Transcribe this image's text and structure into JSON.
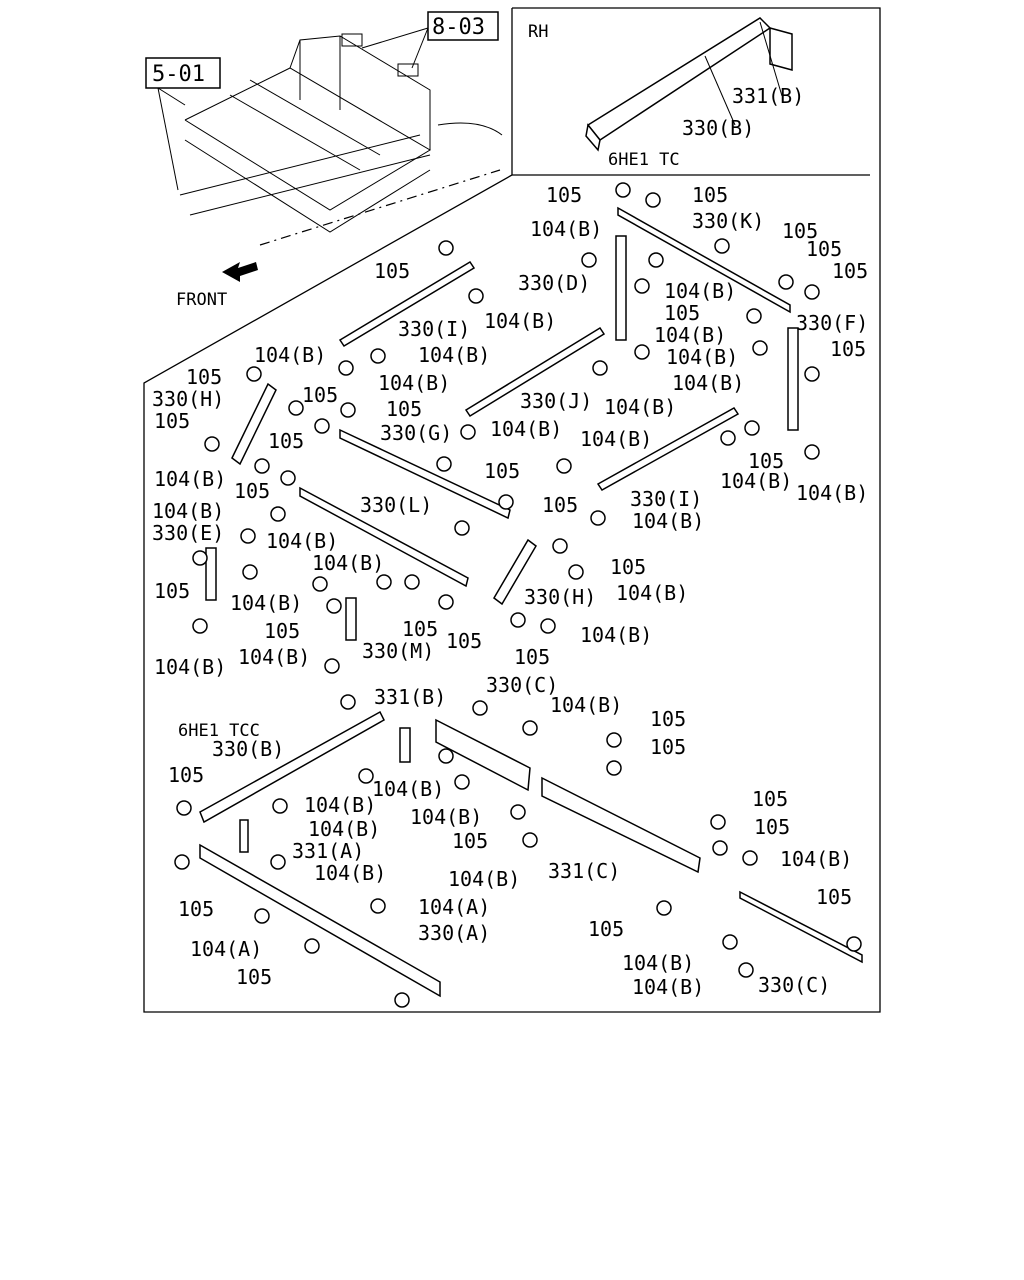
{
  "refs": {
    "ref_a": "5-01",
    "ref_b": "8-03"
  },
  "front_label": "FRONT",
  "inset": {
    "side": "RH",
    "variant": "6HE1 TC",
    "callouts": [
      "331(B)",
      "330(B)"
    ]
  },
  "variant_tcc": "6HE1 TCC",
  "callouts": [
    "105",
    "105",
    "330(K)",
    "105",
    "105",
    "105",
    "104(B)",
    "330(D)",
    "104(B)",
    "105",
    "104(B)",
    "104(B)",
    "330(F)",
    "105",
    "104(B)",
    "105",
    "330(I)",
    "104(B)",
    "104(B)",
    "104(B)",
    "104(B)",
    "105",
    "330(H)",
    "105",
    "105",
    "105",
    "330(G)",
    "104(B)",
    "330(J)",
    "104(B)",
    "105",
    "104(B)",
    "105",
    "104(B)",
    "105",
    "104(B)",
    "330(L)",
    "105",
    "330(I)",
    "104(B)",
    "104(B)",
    "104(B)",
    "330(E)",
    "104(B)",
    "105",
    "104(B)",
    "104(B)",
    "105",
    "330(H)",
    "104(B)",
    "104(B)",
    "105",
    "105",
    "105",
    "104(B)",
    "330(M)",
    "105",
    "104(B)",
    "105",
    "331(B)",
    "330(C)",
    "104(B)",
    "105",
    "105",
    "330(B)",
    "105",
    "104(B)",
    "104(B)",
    "104(B)",
    "105",
    "105",
    "104(B)",
    "331(A)",
    "104(B)",
    "104(B)",
    "331(C)",
    "104(B)",
    "105",
    "104(A)",
    "330(A)",
    "105",
    "104(A)",
    "105",
    "105",
    "104(B)",
    "104(B)",
    "330(C)",
    "105"
  ]
}
